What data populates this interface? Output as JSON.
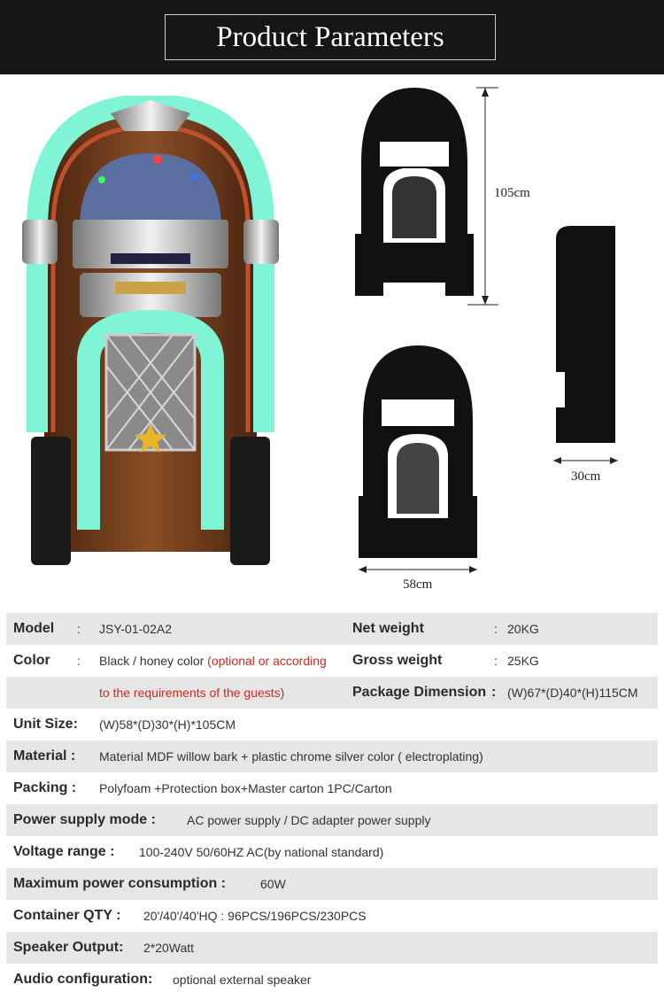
{
  "header": {
    "title": "Product Parameters"
  },
  "dimensions": {
    "height": "105cm",
    "depth": "30cm",
    "width": "58cm"
  },
  "specs": {
    "model_label": "Model",
    "model_colon": ":",
    "model_value": "JSY-01-02A2",
    "net_weight_label": "Net weight",
    "net_weight_colon": ":",
    "net_weight_value": "20KG",
    "color_label": "Color",
    "color_colon": ":",
    "color_value_black": "Black / honey color ",
    "color_value_red_1": "(optional or according",
    "color_value_red_2": "to the requirements of the guests)",
    "gross_weight_label": "Gross weight",
    "gross_weight_colon": ":",
    "gross_weight_value": "25KG",
    "package_label": "Package Dimension",
    "package_colon": ":",
    "package_value": "(W)67*(D)40*(H)115CM",
    "unit_size_label": "Unit Size:",
    "unit_size_value": "(W)58*(D)30*(H)*105CM",
    "material_label": "Material :",
    "material_value": "Material MDF willow bark  + plastic chrome silver color ( electroplating)",
    "packing_label": "Packing :",
    "packing_value": "Polyfoam  +Protection box+Master carton 1PC/Carton",
    "power_supply_label": "Power supply mode :",
    "power_supply_value": "AC power supply / DC adapter power supply",
    "voltage_label": "Voltage range :",
    "voltage_value": "100-240V 50/60HZ AC(by national standard)",
    "max_power_label": "Maximum power consumption :",
    "max_power_value": "60W",
    "container_label": "Container QTY :",
    "container_value": "20'/40'/40'HQ : 96PCS/196PCS/230PCS",
    "speaker_label": "Speaker Output:",
    "speaker_value": "2*20Watt",
    "audio_label": "Audio configuration:",
    "audio_value": "optional external speaker"
  },
  "colors": {
    "header_bg": "#161616",
    "row_shade": "#e6e6e6",
    "note_red": "#d2281e",
    "glow": "#6ef0cf",
    "wood": "#6b3a1c"
  }
}
